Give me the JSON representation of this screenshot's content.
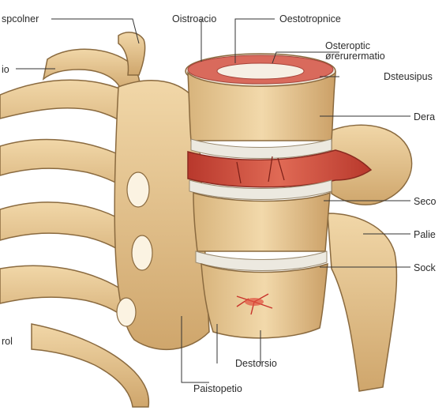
{
  "labels": {
    "top_left": "spcolner",
    "left_upper": "io",
    "left_lower": "rol",
    "top_center": "Oistroacio",
    "top_right": "Oestotropnice",
    "right_1_line1": "Osteroptic",
    "right_1_line2": "ørerurermatio",
    "right_2": "Dsteusipus",
    "right_3": "Dera",
    "right_4": "Seco",
    "right_5": "Palie",
    "right_6": "Sock",
    "bottom_center": "Destorsio",
    "bottom_left_center": "Paistopetio"
  },
  "colors": {
    "bone": "#e6c48e",
    "bone_shade": "#c9a06a",
    "bone_outline": "#8a6a3f",
    "cartilage": "#ece9e0",
    "disc_red": "#c8483a",
    "leader_line": "#333333"
  }
}
